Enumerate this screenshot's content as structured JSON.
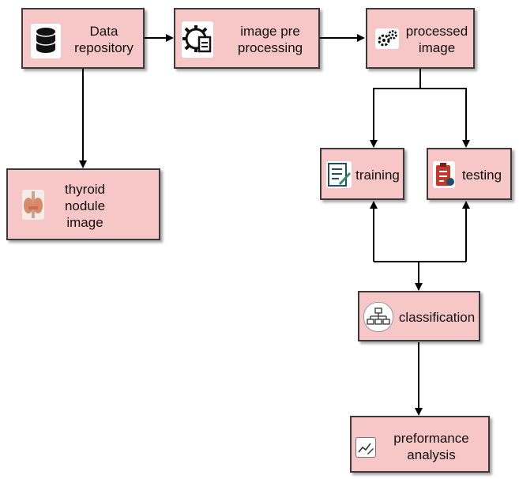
{
  "nodes": {
    "data_repository": {
      "label": "Data\nrepository",
      "icon": "database-icon"
    },
    "preprocessing": {
      "label": "image pre\nprocessing",
      "icon": "gear-document-icon"
    },
    "processed": {
      "label": "processed\nimage",
      "icon": "gears-icon"
    },
    "thyroid": {
      "label": "thyroid\nnodule\nimage",
      "icon": "thyroid-icon"
    },
    "training": {
      "label": "training",
      "icon": "checklist-icon"
    },
    "testing": {
      "label": "testing",
      "icon": "test-clipboard-icon"
    },
    "classification": {
      "label": "classification",
      "icon": "hierarchy-icon"
    },
    "performance": {
      "label": "preformance\nanalysis",
      "icon": "chart-pen-icon"
    }
  },
  "colors": {
    "box_fill": "#f7c6c6",
    "box_border": "#3a3a3a",
    "edge": "#000000"
  }
}
